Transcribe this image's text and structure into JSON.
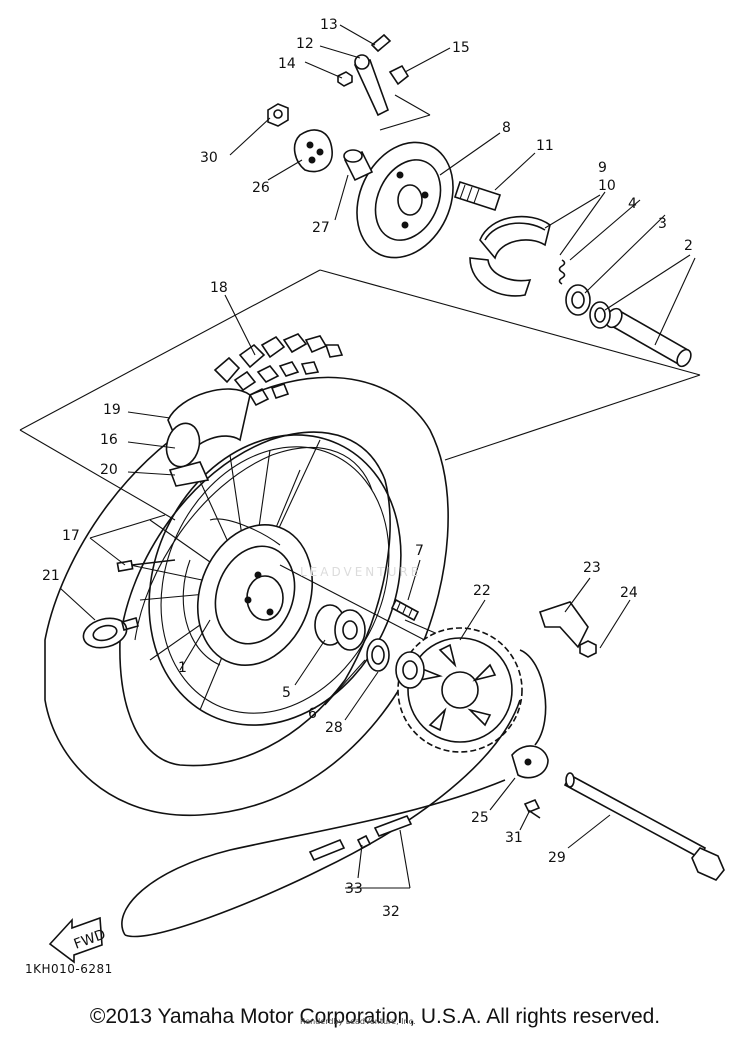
{
  "diagram": {
    "callouts": [
      "1",
      "2",
      "3",
      "4",
      "5",
      "6",
      "7",
      "8",
      "9",
      "10",
      "11",
      "12",
      "13",
      "14",
      "15",
      "16",
      "17",
      "18",
      "19",
      "20",
      "21",
      "22",
      "23",
      "24",
      "25",
      "26",
      "27",
      "28",
      "29",
      "30",
      "31",
      "32",
      "33"
    ],
    "direction_label": "FWD",
    "part_code": "1KH010-6281",
    "watermark_lines": [
      "Renderdby LeadVenture, Inc.",
      "LEADVENTURE"
    ]
  },
  "footer": {
    "copyright": "©2013 Yamaha Motor Corporation, U.S.A. All rights reserved."
  }
}
